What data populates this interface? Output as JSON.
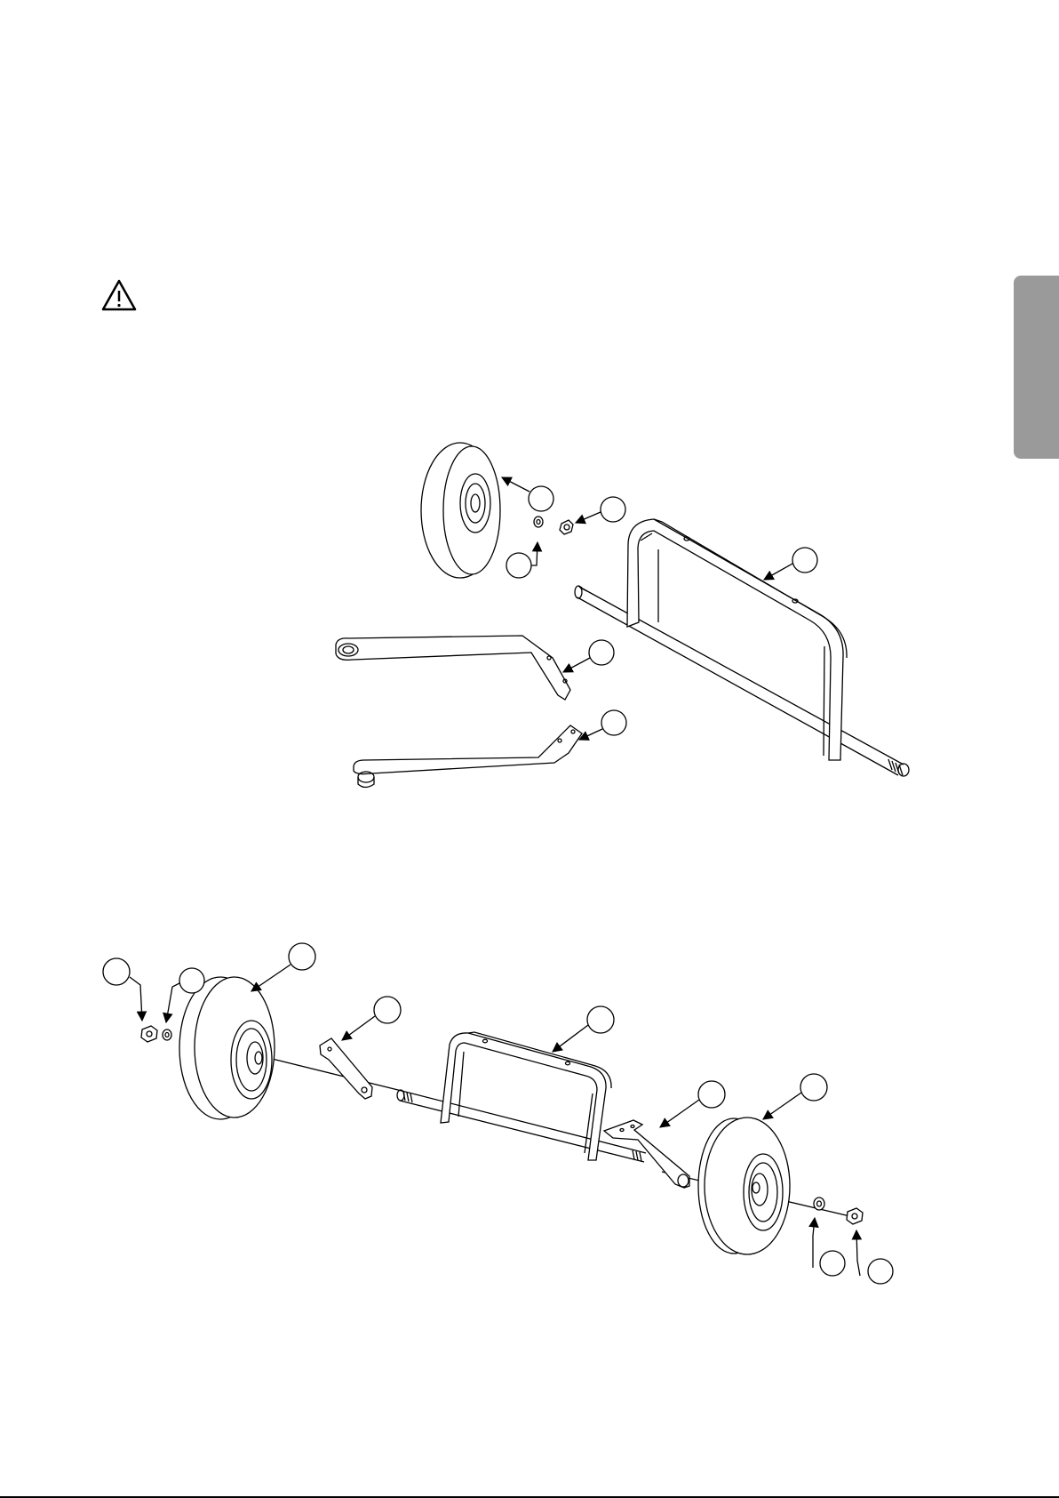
{
  "page": {
    "side_tab_color": "#9a9a9a",
    "warning_icon": "warning-triangle-icon"
  },
  "diagram": {
    "figures": [
      {
        "name": "exploded-view",
        "parts": [
          "wheel",
          "washer",
          "nut",
          "axle-frame",
          "upper-arm",
          "lower-arm"
        ],
        "callouts": 6
      },
      {
        "name": "assembled-view",
        "parts": [
          "nut-left",
          "washer-left",
          "wheel-left",
          "bracket-left",
          "frame",
          "bracket-right",
          "wheel-right",
          "washer-right",
          "nut-right"
        ],
        "callouts": 9
      }
    ],
    "line_color": "#000000"
  }
}
